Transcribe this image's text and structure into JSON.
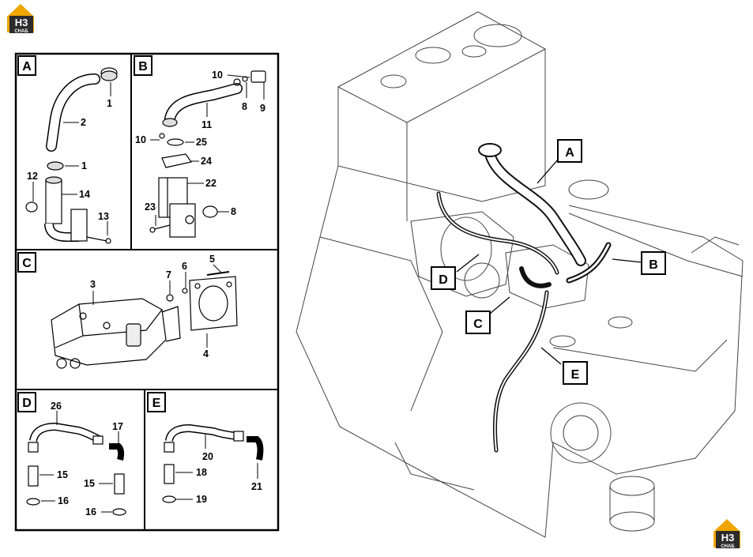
{
  "logo": {
    "big": "H3",
    "small": "CHAБ"
  },
  "panels": {
    "A": {
      "label": "A",
      "parts": [
        "1",
        "2",
        "1",
        "12",
        "14",
        "13"
      ]
    },
    "B": {
      "label": "B",
      "parts": [
        "10",
        "8",
        "9",
        "11",
        "10",
        "25",
        "24",
        "22",
        "23",
        "8"
      ]
    },
    "C": {
      "label": "C",
      "parts": [
        "7",
        "6",
        "5",
        "3",
        "4"
      ]
    },
    "D": {
      "label": "D",
      "parts": [
        "26",
        "17",
        "15",
        "15",
        "16",
        "16"
      ]
    },
    "E": {
      "label": "E",
      "parts": [
        "20",
        "18",
        "21",
        "19"
      ]
    }
  },
  "callouts": [
    "A",
    "B",
    "C",
    "D",
    "E"
  ],
  "colors": {
    "logo_orange": "#f0a500",
    "logo_dark": "#2b2b2b",
    "hose": "#111111",
    "line": "#000000"
  }
}
